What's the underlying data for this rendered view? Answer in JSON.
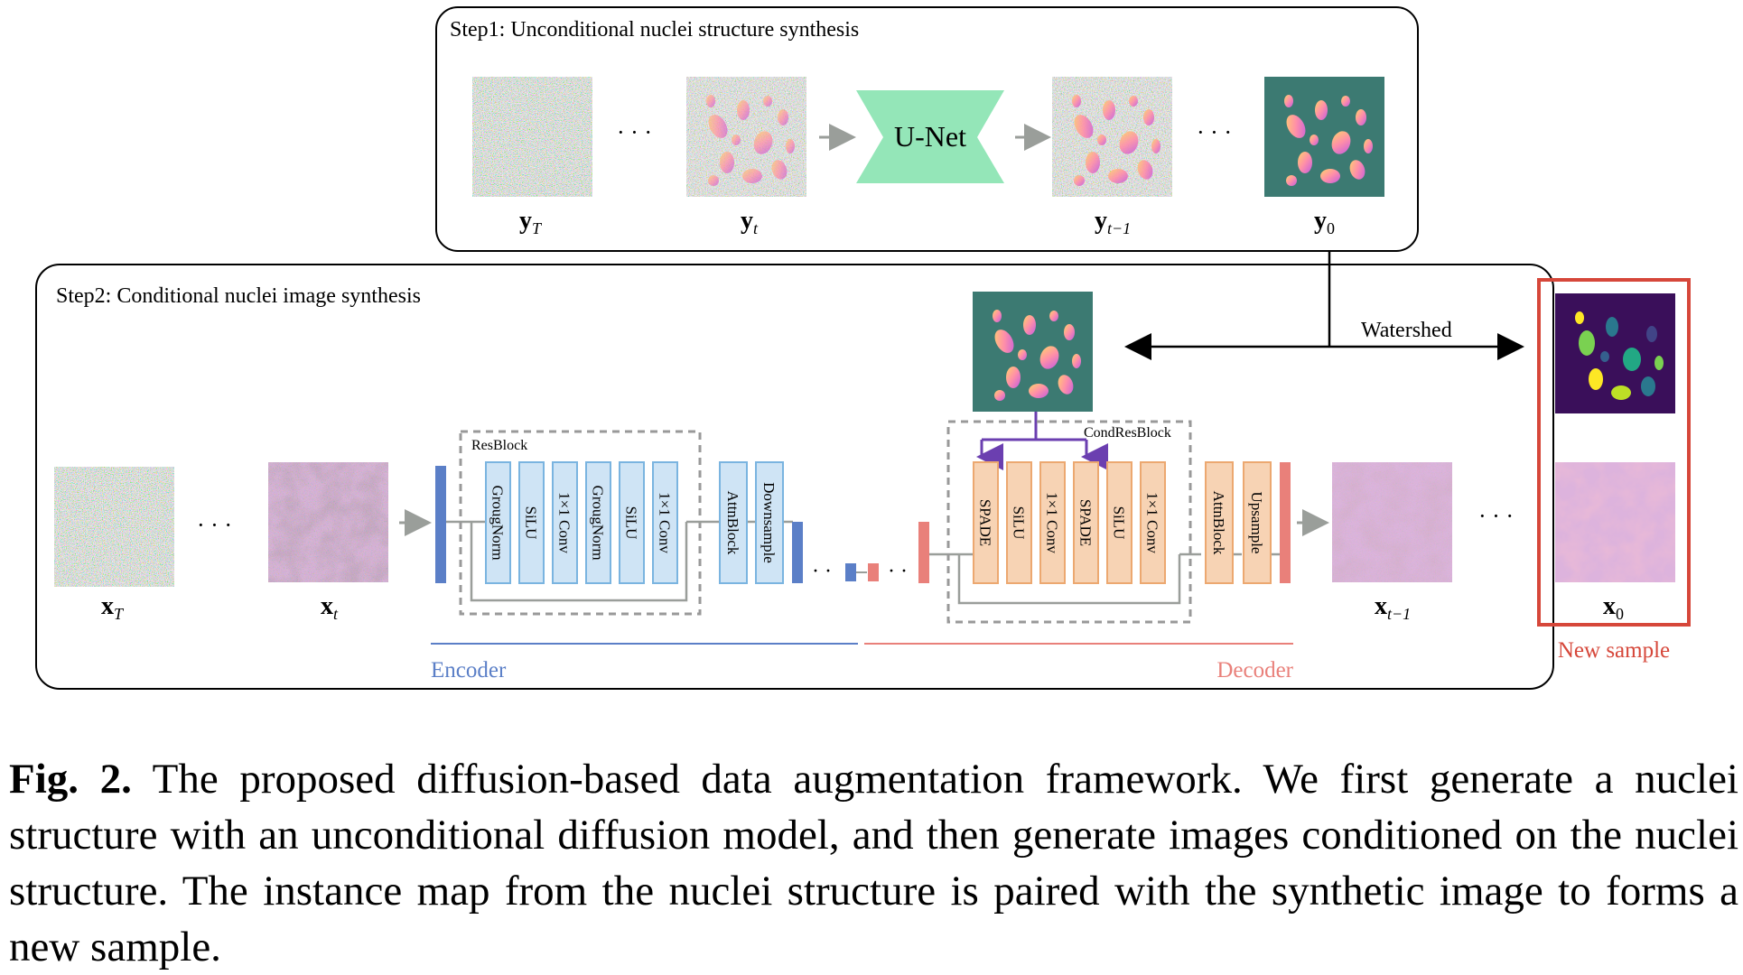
{
  "step1": {
    "title": "Step1: Unconditional nuclei structure synthesis",
    "labels": [
      "y",
      "y",
      "y",
      "y"
    ],
    "subscripts": [
      "T",
      "t",
      "t−1",
      "0"
    ],
    "ellipsis": "· · ·",
    "unet_label": "U-Net"
  },
  "step2": {
    "title": "Step2: Conditional nuclei image synthesis",
    "watershed_label": "Watershed",
    "labels": [
      "x",
      "x",
      "x",
      "x"
    ],
    "subscripts": [
      "T",
      "t",
      "t−1",
      "0"
    ],
    "ellipsis": "· · ·",
    "resblock_label": "ResBlock",
    "condresblock_label": "CondResBlock",
    "encoder_blocks": [
      "GrougNorm",
      "SiLU",
      "1×1 Conv",
      "GrougNorm",
      "SiLU",
      "1×1 Conv"
    ],
    "encoder_extra": [
      "AttnBlock",
      "Downsample"
    ],
    "decoder_blocks": [
      "SPADE",
      "SiLU",
      "1×1 Conv",
      "SPADE",
      "SiLU",
      "1×1 Conv"
    ],
    "decoder_extra": [
      "AttnBlock",
      "Upsample"
    ],
    "encoder_label": "Encoder",
    "decoder_label": "Decoder",
    "new_sample_label": "New sample"
  },
  "colors": {
    "encoder": "#5b7fc7",
    "encoder_fill": "#cfe4f5",
    "encoder_stroke": "#7ab4e0",
    "decoder": "#e9807a",
    "decoder_fill": "#f7d3b4",
    "decoder_stroke": "#eca870",
    "unet": "#94e6b8",
    "purple": "#6b3fb0",
    "new_sample_box": "#d6473a",
    "teal": "#3c7a72"
  },
  "caption": {
    "label": "Fig. 2.",
    "text": "The proposed diffusion-based data augmentation framework. We first generate a nuclei structure with an unconditional diffusion model, and then generate images conditioned on the nuclei structure. The instance map from the nuclei structure is paired with the synthetic image to forms a new sample."
  }
}
